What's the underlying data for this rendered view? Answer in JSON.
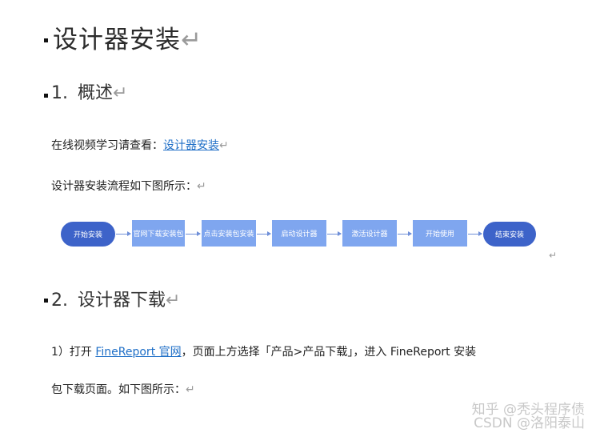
{
  "title": "设计器安装",
  "pilcrow": "↵",
  "section1": {
    "number": "1.",
    "heading": "概述",
    "video_prefix": "在线视频学习请查看：",
    "video_link": "设计器安装",
    "flow_intro": "设计器安装流程如下图所示：",
    "flow_steps": [
      "开始安装",
      "官网下载安装包",
      "点击安装包安装",
      "启动设计器",
      "激活设计器",
      "开始使用",
      "结束安装"
    ]
  },
  "section2": {
    "number": "2.",
    "heading": "设计器下载",
    "step_prefix": "1）打开 ",
    "step_link": "FineReport 官网",
    "step_rest": "，页面上方选择「产品>产品下载」，进入 FineReport 安装",
    "step_line2": "包下载页面。如下图所示："
  },
  "watermark": {
    "line1": "知乎 @秃头程序债",
    "line2": "CSDN @洛阳泰山"
  },
  "colors": {
    "pill": "#3d63c9",
    "box": "#7fa6ef",
    "link": "#1f6fc7"
  }
}
